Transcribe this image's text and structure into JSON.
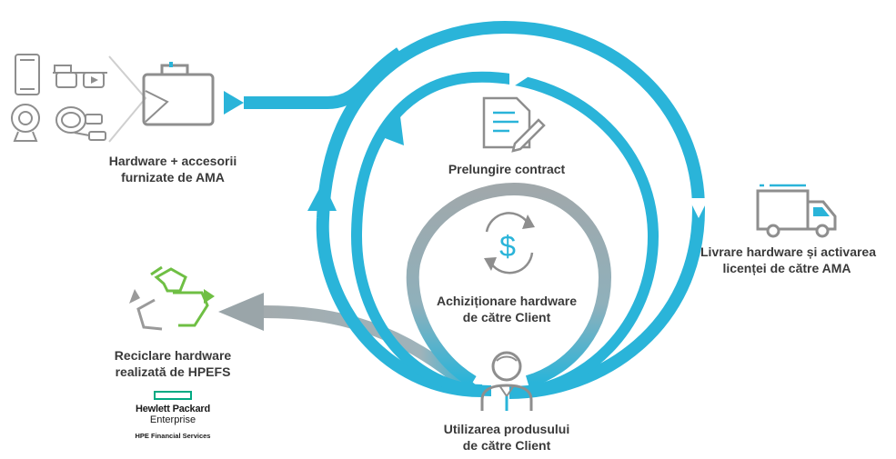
{
  "labels": {
    "hardware": [
      "Hardware + accesorii",
      "furnizate de AMA"
    ],
    "contract": [
      "Prelungire contract"
    ],
    "delivery": [
      "Livrare hardware și activarea",
      "licenței de către AMA"
    ],
    "acquisition": [
      "Achiziționare hardware",
      "de către Client"
    ],
    "recycling": [
      "Reciclare hardware",
      "realizată de HPEFS"
    ],
    "usage": [
      "Utilizarea produsului",
      "de către Client"
    ]
  },
  "logo": {
    "line1": "Hewlett Packard",
    "line2": "Enterprise",
    "line3": "HPE Financial Services"
  },
  "colors": {
    "cycle": "#2ab4d9",
    "grey_arrow": "#9aa5a9",
    "icon_stroke": "#8e8e8e",
    "icon_accent": "#2ab4d9",
    "recycle": "#6fbf44",
    "text": "#3a3a3a"
  },
  "icons": {
    "devices": [
      "smartphone-icon",
      "smart-glasses-icon",
      "webcam-icon",
      "cable-icon"
    ],
    "case": "briefcase-icon",
    "contract": "document-pen-icon",
    "payment": "dollar-cycle-icon",
    "truck": "delivery-truck-icon",
    "recycle": "recycle-icon",
    "user": "person-icon"
  }
}
